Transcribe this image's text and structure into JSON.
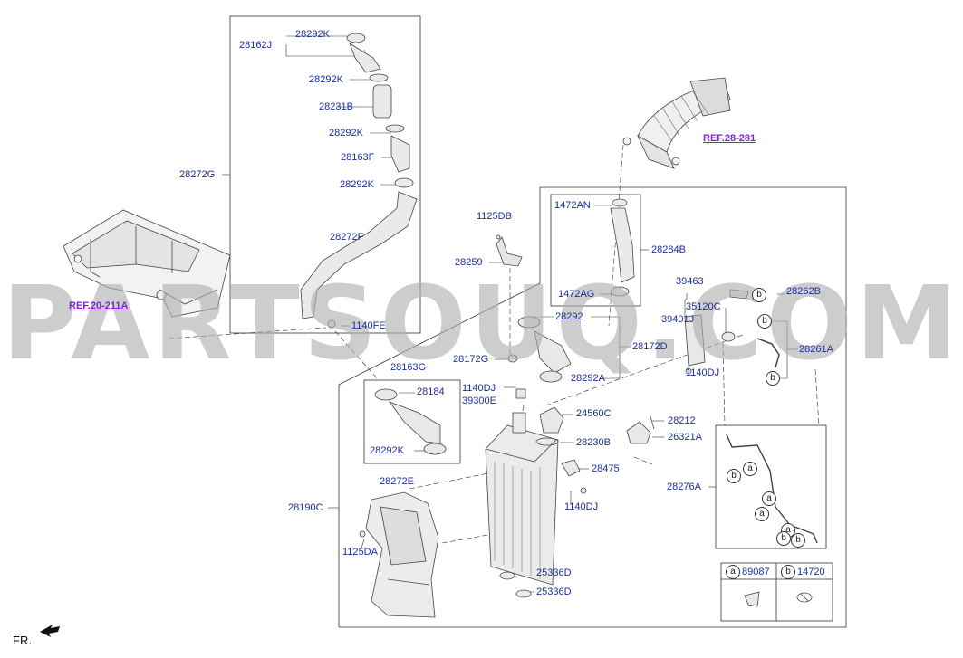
{
  "watermark": "PARTSOUQ.COM",
  "orientation_label": "FR.",
  "references": {
    "ref_28_281": "REF.28-281",
    "ref_20_211a": "REF.20-211A"
  },
  "labels": {
    "p28162J": "28162J",
    "p28292K_1": "28292K",
    "p28292K_2": "28292K",
    "p28231B": "28231B",
    "p28292K_3": "28292K",
    "p28163F": "28163F",
    "p28292K_4": "28292K",
    "p28272G": "28272G",
    "p28272F": "28272F",
    "p1140FE": "1140FE",
    "p1125DB": "1125DB",
    "p28259": "28259",
    "p1472AN": "1472AN",
    "p28284B": "28284B",
    "p1472AG": "1472AG",
    "p28292": "28292",
    "p28172D": "28172D",
    "p28172G": "28172G",
    "p28292A": "28292A",
    "p39463": "39463",
    "p35120C": "35120C",
    "p39401J": "39401J",
    "p1140DJ_1": "1140DJ",
    "p28262B": "28262B",
    "p28261A": "28261A",
    "p28163G": "28163G",
    "p28184": "28184",
    "p28292K_5": "28292K",
    "p1140DJ_2": "1140DJ",
    "p39300E": "39300E",
    "p24560C": "24560C",
    "p28230B": "28230B",
    "p28212": "28212",
    "p26321A": "26321A",
    "p28475": "28475",
    "p28272E": "28272E",
    "p28190C": "28190C",
    "p1140DJ_3": "1140DJ",
    "p1125DA": "1125DA",
    "p28276A": "28276A",
    "p25336D_1": "25336D",
    "p25336D_2": "25336D"
  },
  "legend": {
    "a_code": "a",
    "a_part": "89087",
    "b_code": "b",
    "b_part": "14720"
  },
  "callout_letters": {
    "a": "a",
    "b": "b"
  },
  "colors": {
    "label_blue": "#1c2f9c",
    "ref_purple": "#7a2bd0",
    "line": "#333333",
    "watermark_gray": "#afafaf"
  }
}
